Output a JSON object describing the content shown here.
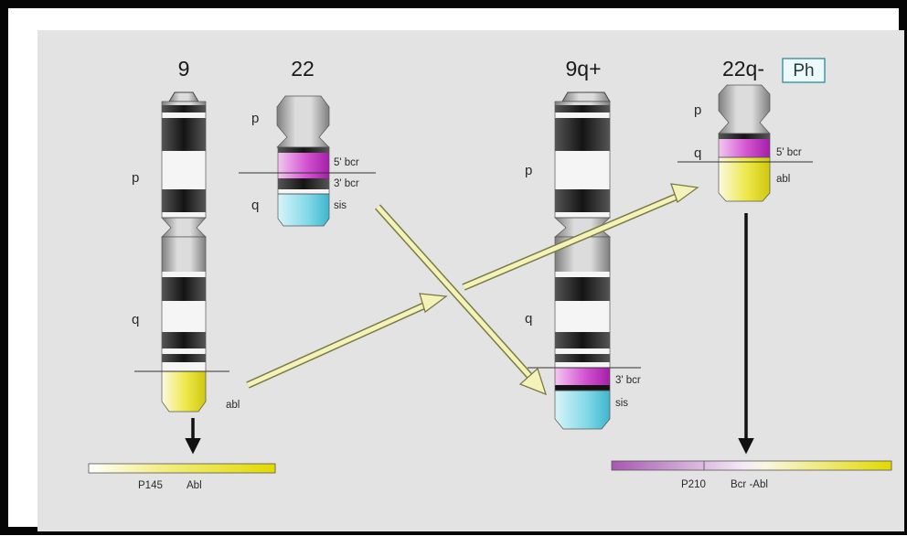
{
  "chromosomes": {
    "chr9": {
      "number": "9",
      "p_arm": "p",
      "q_arm": "q",
      "gene": "abl"
    },
    "chr22": {
      "number": "22",
      "p_arm": "p",
      "q_arm": "q",
      "bcr5": "5' bcr",
      "bcr3": "3' bcr",
      "gene": "sis"
    },
    "der9": {
      "number": "9q+",
      "p_arm": "p",
      "q_arm": "q",
      "bcr3": "3' bcr",
      "gene": "sis"
    },
    "der22": {
      "number": "22q-",
      "ph_box": "Ph",
      "p_arm": "p",
      "q_arm": "q",
      "bcr5": "5' bcr",
      "gene": "abl"
    }
  },
  "proteins": {
    "p145": {
      "name": "P145",
      "gene": "Abl"
    },
    "p210": {
      "name": "P210",
      "gene": "Bcr -Abl"
    }
  },
  "colors": {
    "magenta": "#c22ec9",
    "cyan": "#7fd8e8",
    "yellow": "#e6df2a",
    "band_dark": "#222222",
    "arrow_fill": "#f3f3b9",
    "arrow_stroke": "#7a7a45"
  }
}
